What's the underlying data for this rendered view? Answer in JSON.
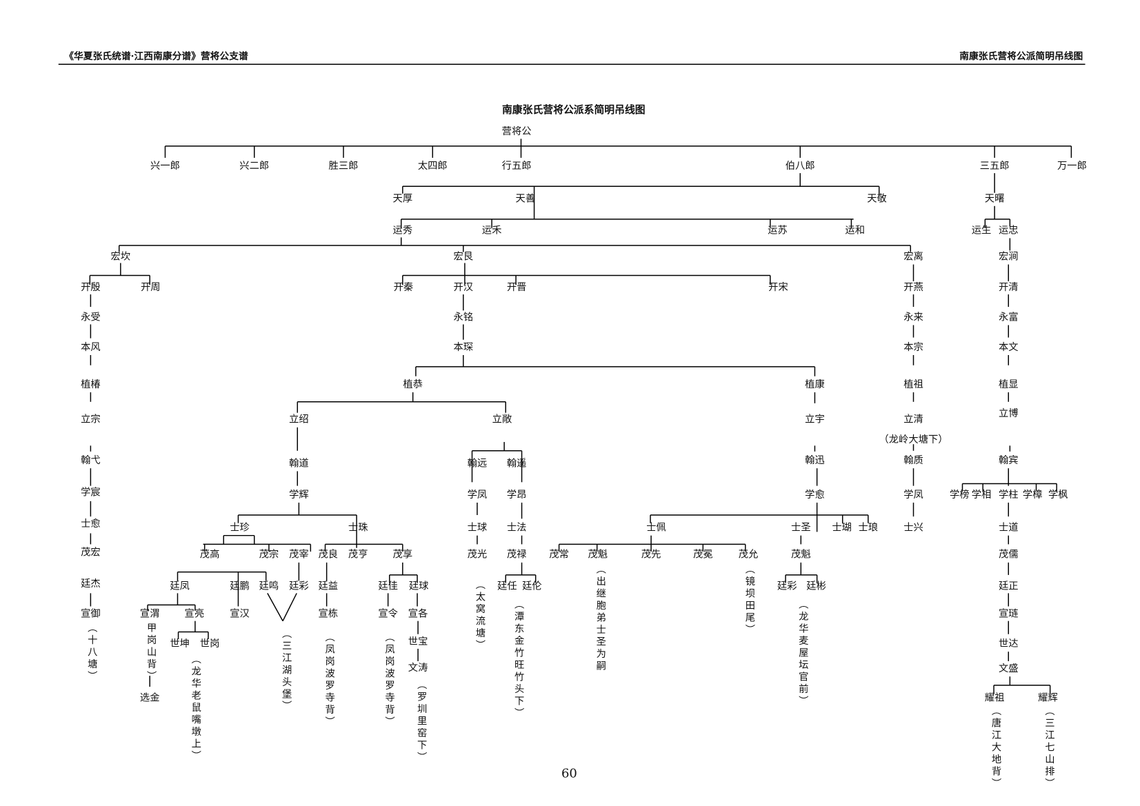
{
  "header": {
    "left": "《华夏张氏统谱·江西南康分谱》营将公支谱",
    "right": "南康张氏营将公派简明吊线图"
  },
  "title": "南康张氏营将公派系简明吊线图",
  "page_number": "60",
  "members": [
    "营将公",
    "兴一郎",
    "兴二郎",
    "胜三郎",
    "太四郎",
    "行五郎",
    "伯八郎",
    "三五郎",
    "万一郎",
    "天厚",
    "天善",
    "天敬",
    "天曙",
    "运秀",
    "运禾",
    "运苏",
    "运和",
    "运生",
    "运忠",
    "宏坎",
    "宏艮",
    "宏离",
    "宏涧",
    "开殷",
    "开周",
    "开秦",
    "开汉",
    "开晋",
    "开宋",
    "开燕",
    "开清",
    "永受",
    "永铭",
    "永来",
    "永富",
    "本风",
    "本琛",
    "本宗",
    "本文",
    "植椿",
    "植恭",
    "植康",
    "植祖",
    "植显",
    "立宗",
    "立绍",
    "立敞",
    "立宇",
    "立清",
    "立博",
    "翰弋",
    "翰道",
    "翰远",
    "翰遥",
    "翰迅",
    "翰质",
    "翰宾",
    "学宸",
    "学辉",
    "学凤",
    "学昂",
    "学愈",
    "学凤",
    "学榜",
    "学相",
    "学柱",
    "学樟",
    "学枫",
    "士愈",
    "士珍",
    "士珠",
    "士球",
    "士法",
    "士佩",
    "士圣",
    "士瑚",
    "士琅",
    "士兴",
    "士道",
    "茂宏",
    "茂高",
    "茂宗",
    "茂宰",
    "茂良",
    "茂亨",
    "茂享",
    "茂光",
    "茂禄",
    "茂常",
    "茂魁",
    "茂先",
    "茂冕",
    "茂允",
    "茂魁",
    "茂儒",
    "廷杰",
    "廷凤",
    "廷鹏",
    "廷鸣",
    "廷彩",
    "廷益",
    "廷佳",
    "廷球",
    "廷任",
    "廷伦",
    "廷彩",
    "廷彬",
    "廷正",
    "宣御",
    "宣渭",
    "宣亮",
    "宣汉",
    "宣栋",
    "宣令",
    "宣各",
    "宣琏",
    "世坤",
    "世岗",
    "世宝",
    "文涛",
    "世达",
    "文盛",
    "选金",
    "耀祖",
    "耀辉"
  ],
  "notes": [
    "（十八塘）",
    "甲岗山背）",
    "（龙华老鼠嘴墩上）",
    "（三江湖头堡）",
    "（凤岗波罗寺背）",
    "（凤岗波罗寺背）",
    "（罗圳里窑下）",
    "（太窝流塘）",
    "（潭东金竹旺竹头下）",
    "（出继胞弟士圣为嗣",
    "（镜坝田尾）",
    "（龙华麦屋坛官前）",
    "（唐江大地背）",
    "（三江七山排）"
  ],
  "inline_note": "（龙岭大塘下）"
}
